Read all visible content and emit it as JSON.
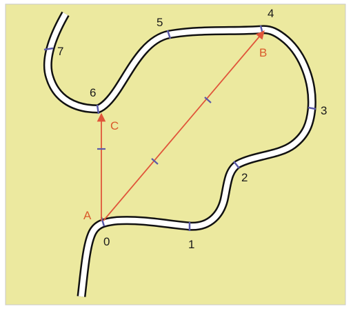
{
  "diagram": {
    "background_color": "#ece99f",
    "border_color": "#c9c9c9",
    "river_fill_color": "#ffffff",
    "river_edge_color": "#111111",
    "arrow_color": "#e0553a",
    "tick_color": "#5a5aa8",
    "point_label_color": "#d95a2b",
    "marker_labels": [
      "0",
      "1",
      "2",
      "3",
      "4",
      "5",
      "6",
      "7"
    ],
    "point_labels": {
      "a": "A",
      "b": "B",
      "c": "C"
    }
  }
}
